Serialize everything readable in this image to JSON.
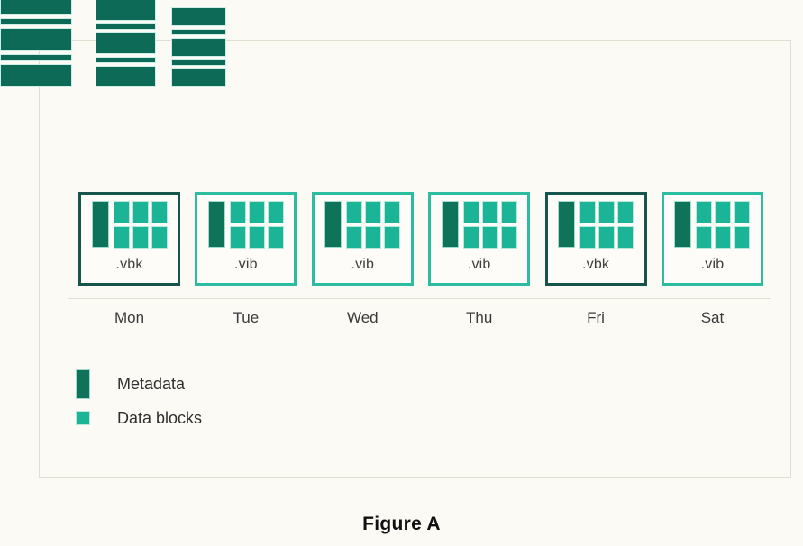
{
  "figure": {
    "caption": "Figure A",
    "colors": {
      "metadata": "#0f7359",
      "data_block": "#1cb497",
      "vbk_border": "#17544b",
      "vib_border": "#2cbda1",
      "panel_border": "#e2ded2",
      "background": "#fbfaf5",
      "separator": "#e3dfd3",
      "server_graphic": "#0c6a56"
    }
  },
  "server_graphic": {
    "name": "server-stack-icon",
    "stacks": [
      {
        "id": "stack-1",
        "slabs": 3,
        "bars": 2
      },
      {
        "id": "stack-2",
        "slabs": 3,
        "bars": 2
      },
      {
        "id": "stack-3",
        "slabs": 3,
        "bars": 2
      }
    ]
  },
  "backup_chain": {
    "metadata_blocks_per_file": 1,
    "data_blocks_per_file": 6,
    "items": [
      {
        "day": "Mon",
        "extension": ".vbk",
        "type": "full",
        "border_style": "dark"
      },
      {
        "day": "Tue",
        "extension": ".vib",
        "type": "incremental",
        "border_style": "teal"
      },
      {
        "day": "Wed",
        "extension": ".vib",
        "type": "incremental",
        "border_style": "teal"
      },
      {
        "day": "Thu",
        "extension": ".vib",
        "type": "incremental",
        "border_style": "teal"
      },
      {
        "day": "Fri",
        "extension": ".vbk",
        "type": "full",
        "border_style": "dark"
      },
      {
        "day": "Sat",
        "extension": ".vib",
        "type": "incremental",
        "border_style": "teal"
      }
    ]
  },
  "legend": {
    "items": [
      {
        "label": "Metadata",
        "swatch": "metadata-swatch"
      },
      {
        "label": "Data blocks",
        "swatch": "data-block-swatch"
      }
    ]
  }
}
